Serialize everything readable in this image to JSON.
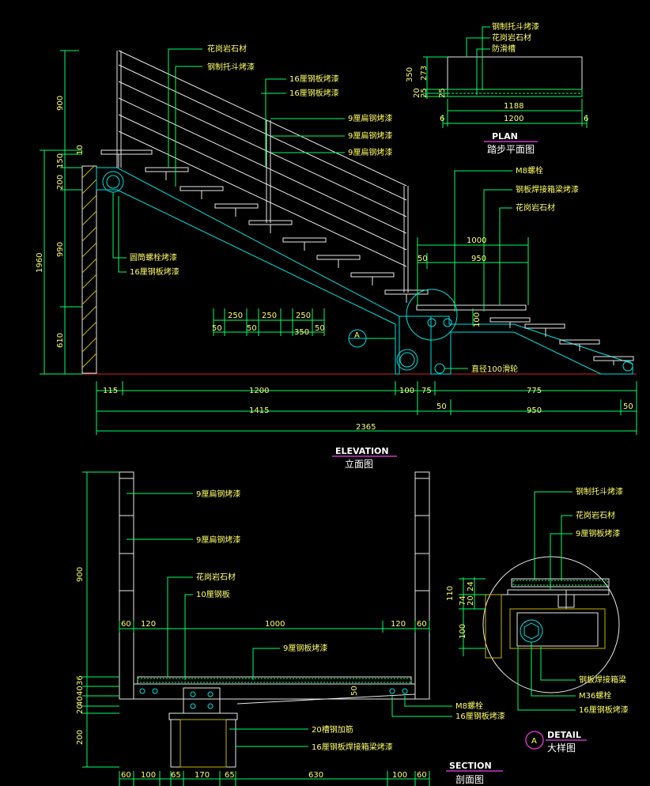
{
  "views": {
    "plan": {
      "title_en": "PLAN",
      "title_cn": "踏步平面图"
    },
    "elevation": {
      "title_en": "ELEVATION",
      "title_cn": "立面图"
    },
    "section": {
      "title_en": "SECTION",
      "title_cn": "剖面图"
    },
    "detail": {
      "title_en": "DETAIL",
      "title_cn": "大样图",
      "marker": "A"
    }
  },
  "plan_labels": [
    "钢制托斗烤漆",
    "花岗岩石材",
    "防滑槽"
  ],
  "plan_dims": {
    "v": [
      "350",
      "273",
      "25",
      "20",
      "25"
    ],
    "w_inner": "1188",
    "w_outer": "1200",
    "ends": [
      "6",
      "6"
    ]
  },
  "elevation_labels": {
    "top": [
      "花岗岩石材",
      "钢制托斗烤漆",
      "16厘钢板烤漆",
      "16厘钢板烤漆",
      "9厘扁钢烤漆",
      "9厘扁钢烤漆",
      "9厘扁钢烤漆"
    ],
    "landing": [
      "M8螺栓",
      "钢板焊接箱梁烤漆",
      "花岗岩石材"
    ],
    "left": [
      "圆筒螺栓烤漆",
      "16厘钢板烤漆"
    ],
    "bottom": "直径100滑轮",
    "section_marker": "A"
  },
  "elevation_dims": {
    "left_v": [
      "900",
      "10",
      "150",
      "200",
      "990",
      "610"
    ],
    "left_total": "1960",
    "steps_top": [
      "250",
      "250",
      "250"
    ],
    "steps_bottom": [
      "50",
      "50",
      "350",
      "50"
    ],
    "landing": [
      "1000",
      "50",
      "950",
      "100"
    ],
    "row1": [
      "115",
      "1200",
      "100",
      "75",
      "775"
    ],
    "row2": [
      "1415",
      "50",
      "950",
      "50"
    ],
    "total": "2365"
  },
  "section_labels": [
    "9厘扁钢烤漆",
    "9厘扁钢烤漆",
    "花岗岩石材",
    "10厘钢板",
    "9厘钢板烤漆",
    "M8螺栓",
    "16厘钢板烤漆",
    "20槽钢加筋",
    "16厘钢板焊接箱梁烤漆"
  ],
  "section_dims": {
    "left_v": [
      "900",
      "36",
      "40",
      "40",
      "20",
      "200"
    ],
    "mid": [
      "60",
      "120",
      "1000",
      "120",
      "60"
    ],
    "right_v": "50",
    "bottom": [
      "60",
      "100",
      "65",
      "170",
      "65",
      "630",
      "100",
      "60"
    ]
  },
  "detail_labels": [
    "钢制托斗烤漆",
    "花岗岩石材",
    "9厘钢板烤漆",
    "钢板焊接箱梁",
    "M36螺栓",
    "16厘钢板烤漆"
  ],
  "detail_dims": [
    "110",
    "74",
    "24",
    "20",
    "100"
  ]
}
